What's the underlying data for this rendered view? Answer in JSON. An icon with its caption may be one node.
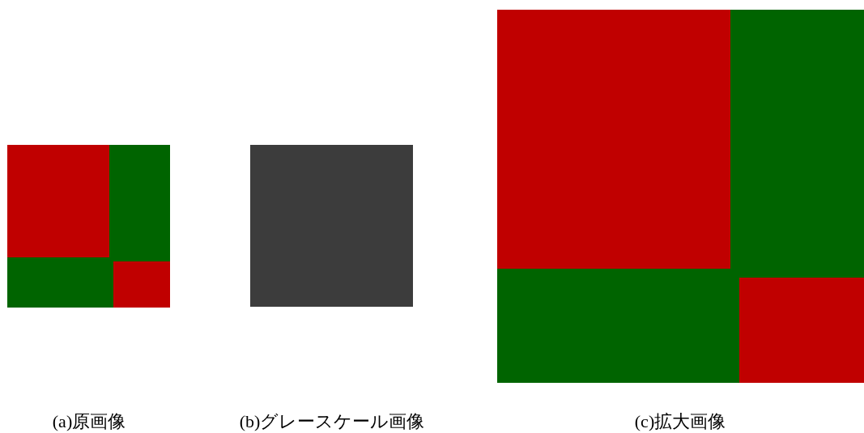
{
  "diagram": {
    "labels": [
      "(a)原画像",
      "(b)グレースケール画像",
      "(c)拡大画像"
    ]
  }
}
